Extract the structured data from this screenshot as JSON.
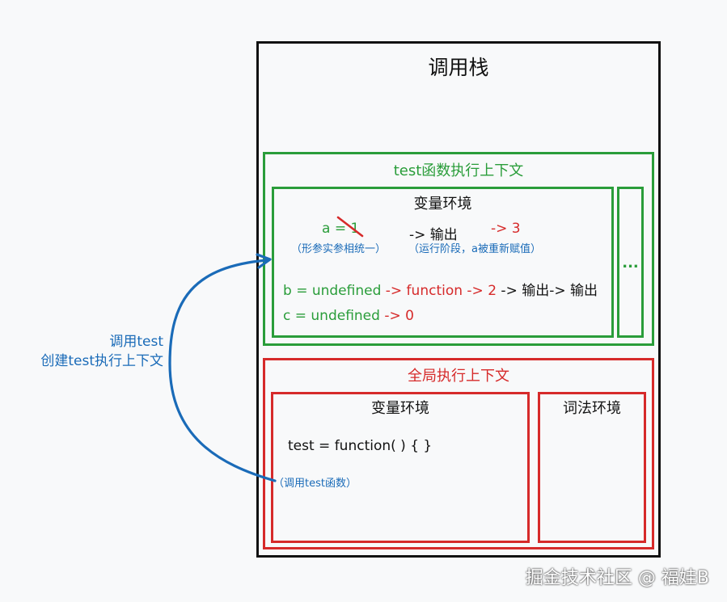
{
  "call_stack": {
    "title": "调用栈"
  },
  "test_context": {
    "title": "test函数执行上下文",
    "var_env_title": "变量环境",
    "side_box_text": "...",
    "a_expr": "a = 1",
    "a_output": "-> 输出",
    "a_new_value": "-> 3",
    "a_note_left": "（形参实参相统一）",
    "a_note_right": "（运行阶段，a被重新赋值）",
    "b_expr": "b = undefined",
    "b_step1": " -> function",
    "b_step2": " -> 2",
    "b_outputs": " -> 输出-> 输出",
    "c_expr": "c = undefined",
    "c_step1": " -> 0"
  },
  "global_context": {
    "title": "全局执行上下文",
    "var_env_title": "变量环境",
    "lex_env_title": "词法环境",
    "test_decl": "test = function( ) { }",
    "call_note": "（调用test函数）"
  },
  "arrow_label": {
    "line1": "调用test",
    "line2": "创建test执行上下文"
  },
  "watermark": "掘金技术社区 @ 福娃B",
  "colors": {
    "green": "#2a9d3a",
    "red": "#d62a2a",
    "blue": "#1a6bb8",
    "black": "#111111"
  }
}
